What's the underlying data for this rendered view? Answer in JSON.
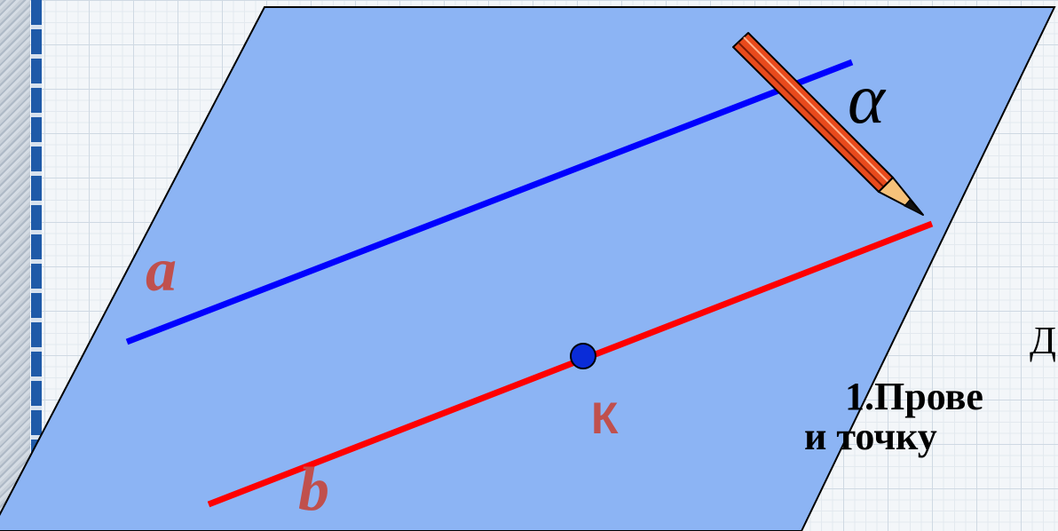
{
  "labels": {
    "plane": "α",
    "line_a": "a",
    "line_b": "b",
    "point": "К"
  },
  "task": {
    "heading_fragment": "Д",
    "line1_fragment": "1.Прове",
    "line2_fragment": "и точку"
  },
  "colors": {
    "plane_fill": "#8cb4f4",
    "line_a": "#0000ff",
    "line_b": "#ff0000",
    "label_color": "#c0504d",
    "point_fill": "#0a2cd8",
    "pencil_body": "#e84a1c"
  },
  "icons": {
    "pencil": "pencil-icon"
  }
}
